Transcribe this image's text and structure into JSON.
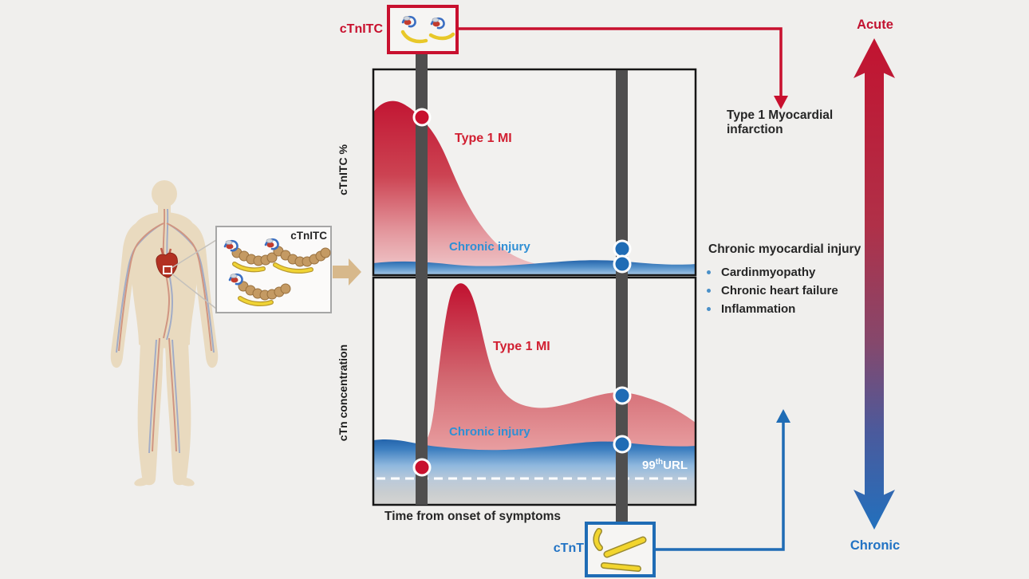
{
  "colors": {
    "background": "#f0efed",
    "accent_red": "#c8102e",
    "accent_blue": "#1f6cb5",
    "light_blue_text": "#2f8fd4",
    "timepoint_bar_gray": "#4f4e4e",
    "severity_gradient": [
      "#c21331",
      "#8a4a68",
      "#2a70bd"
    ]
  },
  "body_inset": {
    "label": "cTnITC"
  },
  "ctnitc_marker": {
    "label": "cTnITC"
  },
  "ctnt_marker": {
    "label": "cTnT"
  },
  "severity_axis": {
    "top": "Acute",
    "bottom": "Chronic"
  },
  "callouts": {
    "type1": "Type 1 Myocardial infarction",
    "chronic_heading": "Chronic myocardial injury",
    "chronic_items": [
      "Cardinmyopathy",
      "Chronic heart failure",
      "Inflammation"
    ]
  },
  "charts": {
    "xlabel": "Time from onset of symptoms",
    "top": {
      "ylabel": "cTnITC %",
      "mi": "Type 1 MI",
      "chronic": "Chronic injury"
    },
    "bottom": {
      "ylabel": "cTn concentration",
      "mi": "Type 1 MI",
      "chronic": "Chronic injury",
      "url_num": "99",
      "url_sup": "th",
      "url_text": "URL"
    }
  },
  "chart_data": [
    {
      "type": "area",
      "panel": "top",
      "ylabel": "cTnITC %",
      "xlabel": "Time from onset of symptoms",
      "grid": false,
      "time_points": 2,
      "series": [
        {
          "name": "Type 1 MI",
          "color": "#c8102e",
          "x_norm": [
            0,
            0.06,
            0.15,
            0.22,
            0.3,
            0.38,
            0.5,
            0.62,
            0.8,
            1
          ],
          "y_norm": [
            0.79,
            0.85,
            0.76,
            0.6,
            0.38,
            0.22,
            0.1,
            0.05,
            0.035,
            0.03
          ]
        },
        {
          "name": "Chronic injury",
          "color": "#1f6cb5",
          "x_norm": [
            0,
            0.2,
            0.4,
            0.6,
            0.8,
            1
          ],
          "y_norm": [
            0.06,
            0.05,
            0.055,
            0.07,
            0.065,
            0.055
          ]
        }
      ],
      "markers": [
        {
          "series": "Type 1 MI",
          "time_point": 1,
          "color": "#c8102e"
        },
        {
          "series": "Type 1 MI",
          "time_point": 2,
          "color": "#1f6cb5"
        },
        {
          "series": "Chronic injury",
          "time_point": 2,
          "color": "#1f6cb5"
        }
      ]
    },
    {
      "type": "area",
      "panel": "bottom",
      "ylabel": "cTn concentration",
      "xlabel": "Time from onset of symptoms",
      "grid": false,
      "time_points": 2,
      "reference_line": {
        "label": "99th URL",
        "style": "dashed",
        "color": "#ffffff",
        "y_norm": 0.12
      },
      "series": [
        {
          "name": "Type 1 MI",
          "color": "#c8102e",
          "x_norm": [
            0,
            0.13,
            0.17,
            0.21,
            0.25,
            0.3,
            0.37,
            0.5,
            0.63,
            0.77,
            0.9,
            1
          ],
          "y_norm": [
            0.27,
            0.27,
            0.32,
            0.65,
            0.94,
            0.72,
            0.55,
            0.43,
            0.46,
            0.48,
            0.42,
            0.36
          ]
        },
        {
          "name": "Chronic injury",
          "color": "#1f6cb5",
          "x_norm": [
            0,
            0.2,
            0.4,
            0.6,
            0.8,
            1
          ],
          "y_norm": [
            0.28,
            0.26,
            0.24,
            0.27,
            0.275,
            0.26
          ]
        }
      ],
      "markers": [
        {
          "series": "Chronic injury",
          "time_point": 1,
          "color": "#c8102e"
        },
        {
          "series": "Type 1 MI",
          "time_point": 2,
          "color": "#1f6cb5"
        },
        {
          "series": "Chronic injury",
          "time_point": 2,
          "color": "#1f6cb5"
        }
      ]
    }
  ]
}
